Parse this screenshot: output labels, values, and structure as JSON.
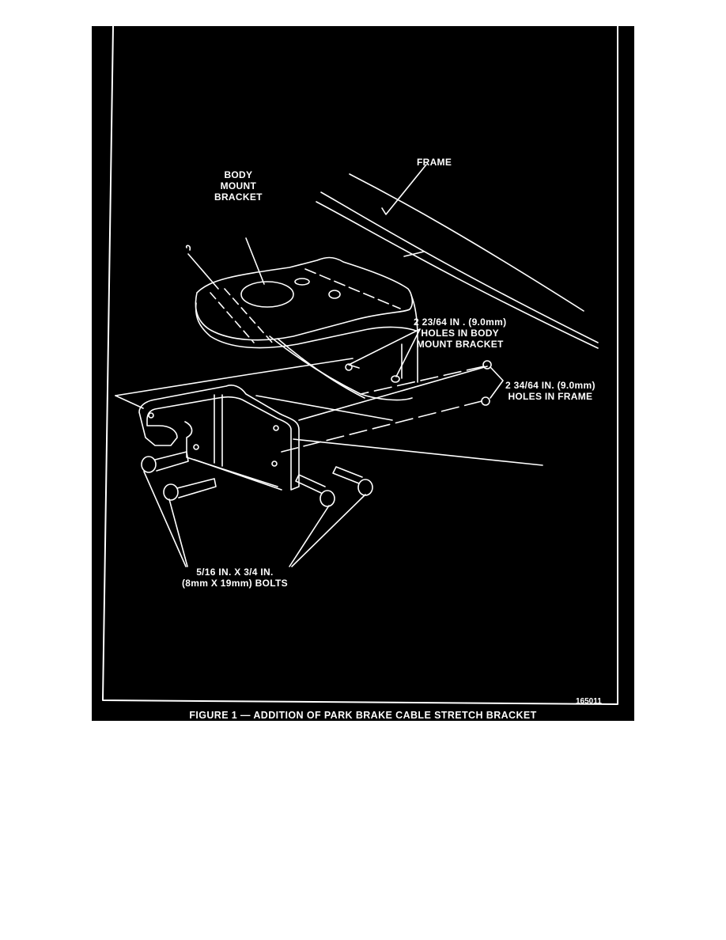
{
  "figure": {
    "caption": "FIGURE 1 — ADDITION OF PARK BRAKE CABLE STRETCH BRACKET",
    "figure_number": "165011",
    "background_color": "#000000",
    "line_color": "#ffffff"
  },
  "labels": {
    "frame": "FRAME",
    "body_mount_bracket": [
      "BODY",
      "MOUNT",
      "BRACKET"
    ],
    "body_holes": [
      "2 23/64 IN . (9.0mm)",
      "HOLES IN BODY",
      "MOUNT BRACKET"
    ],
    "frame_holes": [
      "2 34/64 IN.  (9.0mm)",
      "HOLES IN FRAME"
    ],
    "bolts": [
      "5/16 IN. X 3/4 IN.",
      "(8mm X 19mm) BOLTS"
    ]
  }
}
